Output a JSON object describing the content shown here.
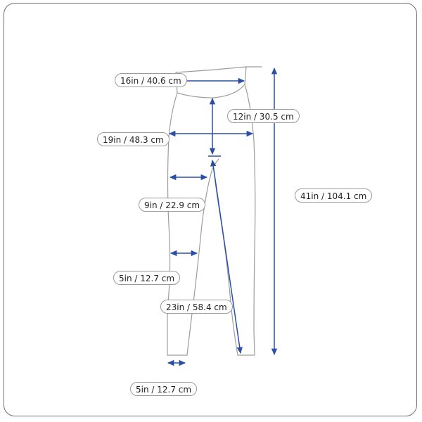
{
  "colors": {
    "outline": "#9c9c9c",
    "arrow": "#2b4fa8",
    "frame": "#707070"
  },
  "measurements": {
    "waist": "16in / 40.6 cm",
    "rise": "12in / 30.5 cm",
    "hip": "19in / 48.3 cm",
    "thigh": "9in / 22.9 cm",
    "knee": "5in / 12.7 cm",
    "inseam": "23in / 58.4 cm",
    "length": "41in / 104.1 cm",
    "leg_opening": "5in / 12.7 cm"
  }
}
